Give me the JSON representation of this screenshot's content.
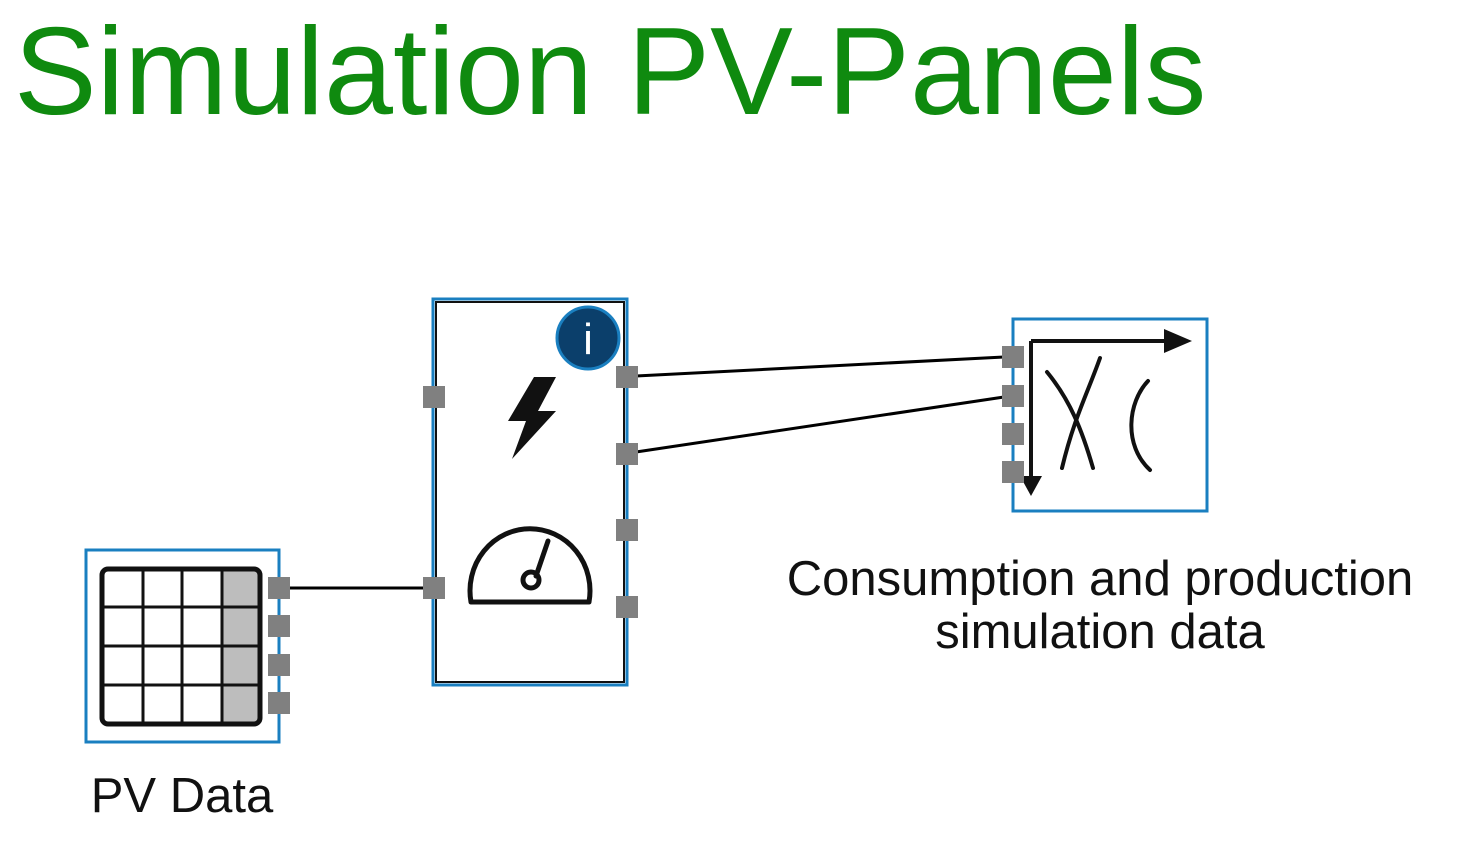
{
  "title": "Simulation PV-Panels",
  "nodes": {
    "pv_data": {
      "label": "PV Data",
      "icon": "table-icon"
    },
    "simulator": {
      "label": "",
      "icons": [
        "lightning-icon",
        "gauge-icon",
        "info-icon"
      ],
      "info_glyph": "i"
    },
    "output": {
      "label_line1": "Consumption and production",
      "label_line2": "simulation data",
      "icon": "chart-icon"
    }
  },
  "colors": {
    "title": "#0f8a0f",
    "node_border": "#1a7fc0",
    "port": "#808080",
    "info_badge": "#0b3f6b",
    "edge": "#000000"
  }
}
